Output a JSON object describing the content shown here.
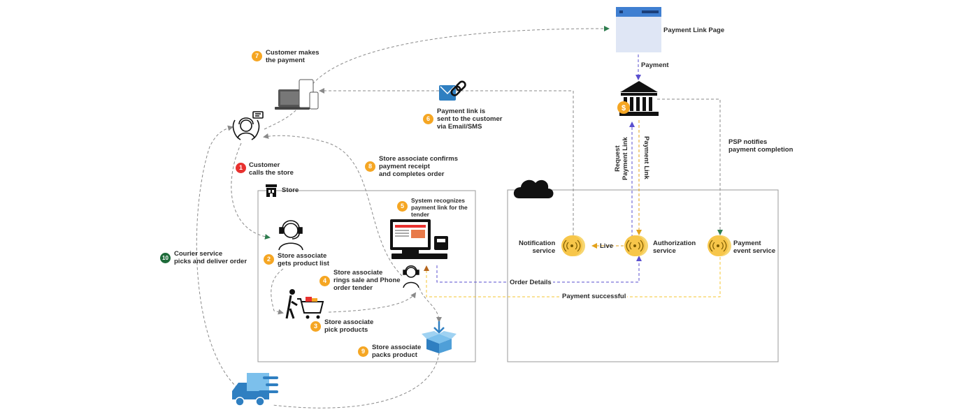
{
  "colors": {
    "step_orange": "#f5a623",
    "step_red": "#e8312f",
    "step_green": "#1e6b3a",
    "gold": "#f7c64a",
    "blue": "#2f7fc1",
    "dash_gray": "#8a8a8a",
    "dash_purple": "#5a4fcf",
    "dash_orange": "#e3a21a",
    "dash_yellow": "#f4c430",
    "dash_green": "#2e7d4f"
  },
  "steps": [
    {
      "num": "1",
      "text": "Customer\ncalls the store"
    },
    {
      "num": "2",
      "text": "Store associate\ngets product list"
    },
    {
      "num": "3",
      "text": "Store associate\npick products"
    },
    {
      "num": "4",
      "text": "Store associate\nrings sale and Phone\norder tender"
    },
    {
      "num": "5",
      "text": "System recognizes\npayment link for the\ntender"
    },
    {
      "num": "6",
      "text": "Payment link is\nsent to the customer\nvia Email/SMS"
    },
    {
      "num": "7",
      "text": "Customer makes\nthe payment"
    },
    {
      "num": "8",
      "text": "Store associate confirms\npayment receipt\nand completes order"
    },
    {
      "num": "9",
      "text": "Store associate\npacks product"
    },
    {
      "num": "10",
      "text": "Courier service\npicks and deliver order"
    }
  ],
  "labels": {
    "store": "Store",
    "payment_link_page": "Payment Link Page",
    "payment": "Payment",
    "request_payment_link": "Request\nPayment Link",
    "payment_link": "Payment Link",
    "psp_notifies": "PSP notifies\npayment completion",
    "notification_service": "Notification\nservice",
    "live": "Live",
    "authorization_service": "Authorization\nservice",
    "payment_event_service": "Payment\nevent service",
    "order_details": "Order Details",
    "payment_successful": "Payment successful"
  },
  "icons": {
    "agent": "headset-agent-icon",
    "laptop": "laptop-phone-icon",
    "store": "store-icon",
    "associate": "store-associate-icon",
    "cart": "shopping-cart-icon",
    "pos": "pos-terminal-icon",
    "box": "package-box-icon",
    "truck": "delivery-truck-icon",
    "link": "payment-link-icon",
    "bank": "bank-icon",
    "cloud": "cloud-icon",
    "service": "service-node-icon",
    "page": "browser-page-icon"
  }
}
